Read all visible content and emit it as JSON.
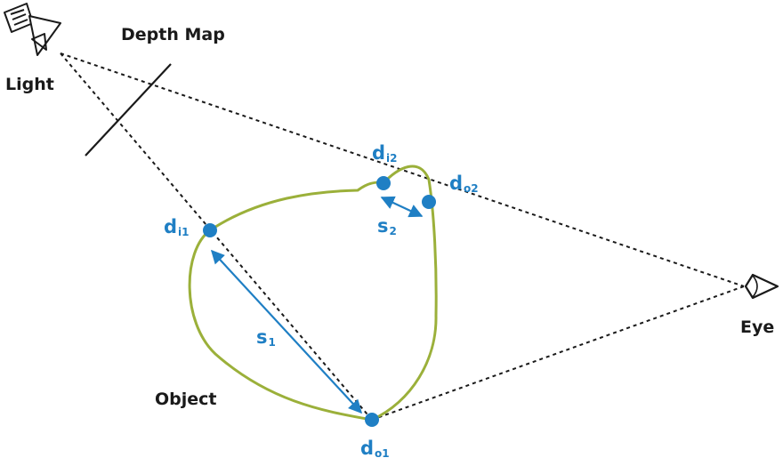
{
  "labels": {
    "light": "Light",
    "depth_map": "Depth Map",
    "eye": "Eye",
    "object": "Object"
  },
  "points": {
    "di1": {
      "base": "d",
      "sub": "i1"
    },
    "do1": {
      "base": "d",
      "sub": "o1"
    },
    "di2": {
      "base": "d",
      "sub": "i2"
    },
    "do2": {
      "base": "d",
      "sub": "o2"
    }
  },
  "distances": {
    "s1": {
      "base": "s",
      "sub": "1"
    },
    "s2": {
      "base": "s",
      "sub": "2"
    }
  },
  "colors": {
    "object_outline": "#9bb03a",
    "highlight_blue": "#1f7fc4",
    "ink": "#1a1a1a"
  },
  "icons": {
    "light": "spotlight-icon",
    "eye": "eye-icon"
  }
}
